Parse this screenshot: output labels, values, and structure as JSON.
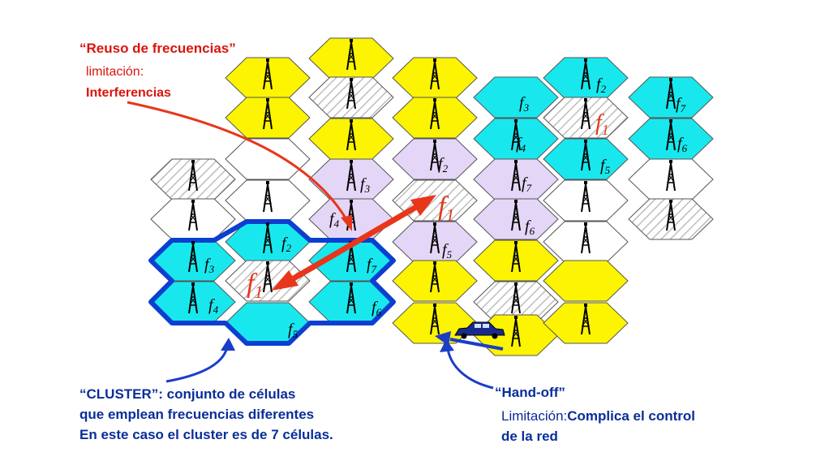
{
  "colors": {
    "yellow": "#fcf400",
    "cyan": "#18e8ee",
    "lavender": "#e4d6f6",
    "white": "#ffffff",
    "cell_border": "#555555",
    "cluster_border": "#0a3fd0",
    "arrow_red": "#e8361a",
    "arrow_blue": "#1a3ec8",
    "text_red": "#d9140c",
    "text_blue": "#0a2d99"
  },
  "annotations": {
    "reuse": {
      "title": "“Reuso de frecuencias”",
      "line1": "limitación:",
      "line2": "Interferencias"
    },
    "cluster": {
      "line1": "“CLUSTER”: conjunto de células",
      "line2": "que emplean frecuencias diferentes",
      "line3": "En este caso el cluster es de 7 células."
    },
    "handoff": {
      "title": "“Hand-off”",
      "prefix": "Limitación:",
      "emphasis": "Complica el control",
      "line2": "de la red"
    }
  },
  "frequency_labels": [
    "f2",
    "f3",
    "f4",
    "f5",
    "f6",
    "f7",
    "f1"
  ],
  "icons": [
    "antenna-tower-icon",
    "car-icon"
  ]
}
